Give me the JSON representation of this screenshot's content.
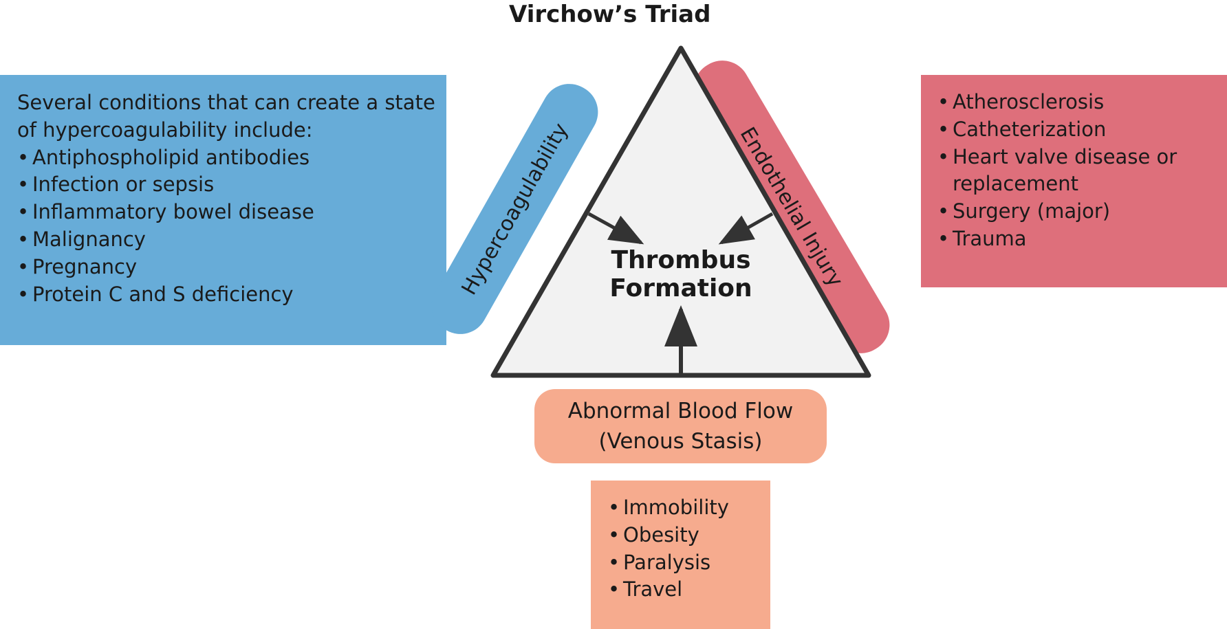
{
  "title": "Virchow’s Triad",
  "center": {
    "line1": "Thrombus",
    "line2": "Formation"
  },
  "hypercoagulability": {
    "label": "Hypercoagulability",
    "intro": "Several conditions that can create a state of hypercoagulability include:",
    "items": [
      "Antiphospholipid antibodies",
      "Infection or sepsis",
      "Inflammatory bowel disease",
      "Malignancy",
      "Pregnancy",
      "Protein C and S deficiency"
    ]
  },
  "endothelial_injury": {
    "label": "Endothelial Injury",
    "items": [
      "Atherosclerosis",
      "Catheterization",
      "Heart valve disease or replacement",
      "Surgery (major)",
      "Trauma"
    ]
  },
  "blood_flow": {
    "line1": "Abnormal Blood Flow",
    "line2": "(Venous Stasis)",
    "items": [
      "Immobility",
      "Obesity",
      "Paralysis",
      "Travel"
    ]
  },
  "colors": {
    "hypercoagulability": "#67acd8",
    "endothelial_injury": "#de6f7b",
    "blood_flow": "#f6ab8e",
    "triangle_fill": "#f2f2f2",
    "stroke": "#333333"
  }
}
